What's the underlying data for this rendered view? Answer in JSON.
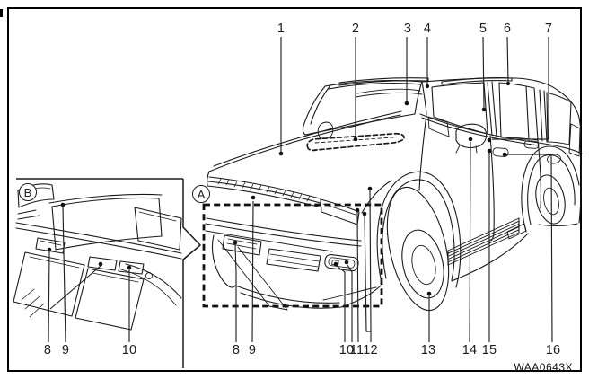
{
  "figure": {
    "code": "WAA0643X"
  },
  "regions": {
    "detail": "A",
    "inset": "B"
  },
  "callouts": {
    "top": [
      {
        "label": "1"
      },
      {
        "label": "2"
      },
      {
        "label": "3"
      },
      {
        "label": "4"
      },
      {
        "label": "5"
      },
      {
        "label": "6"
      },
      {
        "label": "7"
      }
    ],
    "inset_bottom": [
      {
        "label": "8"
      },
      {
        "label": "9"
      },
      {
        "label": "10"
      }
    ],
    "main_bottom": [
      {
        "label": "8"
      },
      {
        "label": "9"
      },
      {
        "label": "10"
      },
      {
        "label": "11"
      },
      {
        "label": "12"
      },
      {
        "label": "13"
      },
      {
        "label": "14"
      },
      {
        "label": "15"
      },
      {
        "label": "16"
      }
    ]
  }
}
